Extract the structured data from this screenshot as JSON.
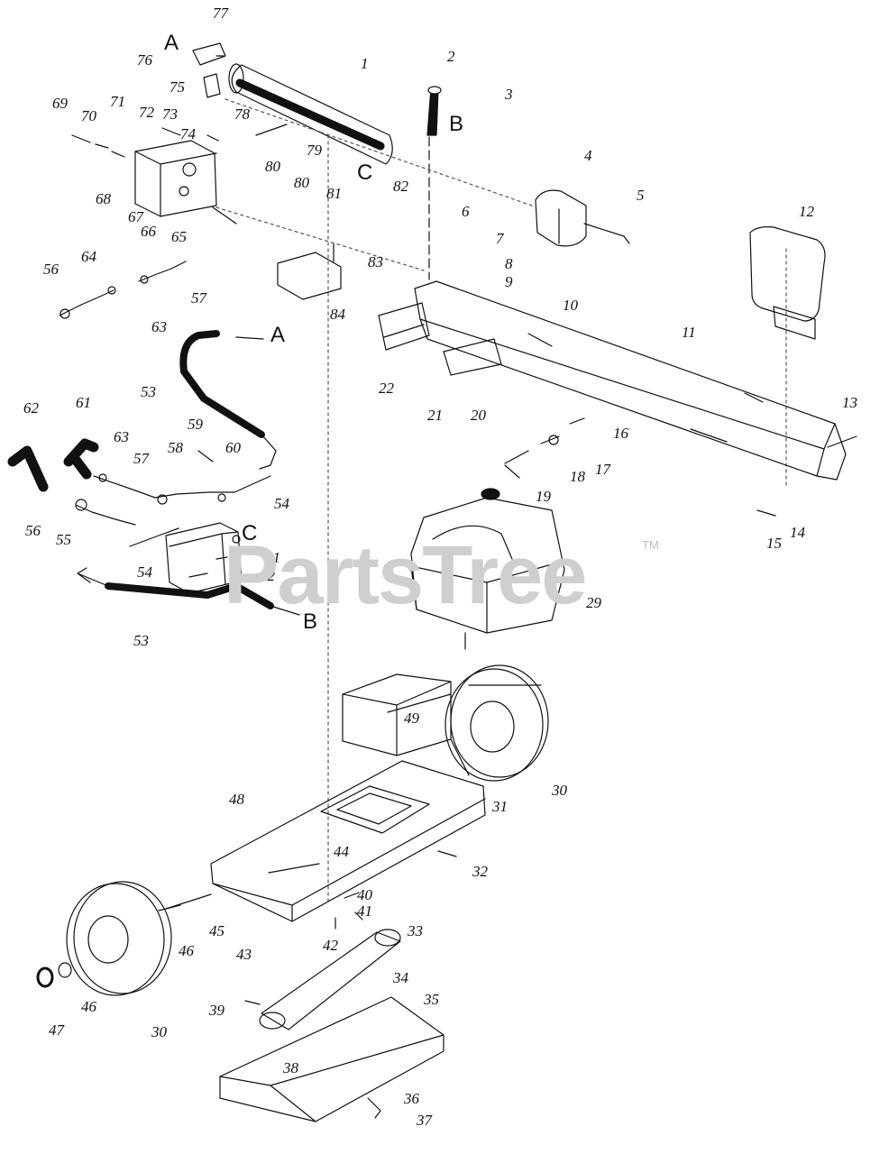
{
  "watermark": {
    "text": "PartsTree",
    "tm": "TM"
  },
  "letters": [
    "A",
    "B",
    "C",
    "A",
    "C",
    "B"
  ],
  "labels": [
    "77",
    "76",
    "75",
    "1",
    "2",
    "3",
    "69",
    "70",
    "71",
    "72",
    "73",
    "78",
    "74",
    "79",
    "4",
    "80",
    "80",
    "81",
    "82",
    "5",
    "68",
    "67",
    "66",
    "65",
    "6",
    "12",
    "7",
    "56",
    "64",
    "83",
    "8",
    "57",
    "9",
    "10",
    "84",
    "11",
    "63",
    "22",
    "21",
    "20",
    "53",
    "13",
    "62",
    "61",
    "59",
    "63",
    "58",
    "57",
    "60",
    "16",
    "17",
    "18",
    "19",
    "54",
    "56",
    "55",
    "15",
    "14",
    "51",
    "54",
    "52",
    "29",
    "53",
    "49",
    "30",
    "48",
    "31",
    "44",
    "32",
    "40",
    "45",
    "41",
    "33",
    "46",
    "43",
    "42",
    "34",
    "39",
    "47",
    "46",
    "30",
    "35",
    "38",
    "36",
    "37"
  ]
}
